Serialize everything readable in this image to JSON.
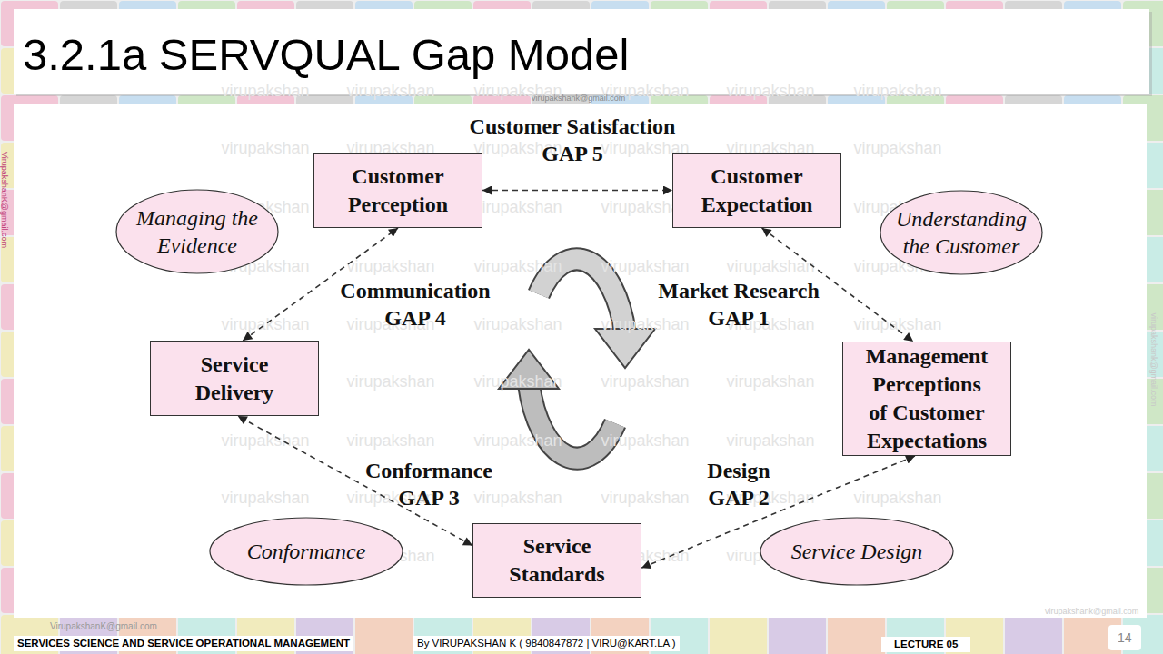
{
  "diagram": {
    "title": "3.2.1a SERVQUAL Gap Model",
    "nodes": [
      {
        "text": [
          "Customer Perception"
        ]
      },
      {
        "text": [
          "Customer Expectation"
        ]
      },
      {
        "text": [
          "Managing the Evidence"
        ]
      },
      {
        "text": [
          "Understanding the Customer"
        ]
      },
      {
        "text": [
          "Service Delivery"
        ]
      },
      {
        "text": [
          "Management Perceptions of Customer Expectations"
        ]
      },
      {
        "text": [
          "Conformance"
        ]
      },
      {
        "text": [
          "Service Standards"
        ]
      },
      {
        "text": [
          "Service Design"
        ]
      }
    ],
    "edges": [
      {
        "from": 0,
        "to": 1,
        "label": "Customer Satisfaction GAP 5",
        "arrow": "both"
      },
      {
        "from": 1,
        "to": 5,
        "label": "Market Research GAP 1",
        "arrow": "both"
      },
      {
        "from": 5,
        "to": 7,
        "label": "Design GAP 2",
        "arrow": "both"
      },
      {
        "from": 7,
        "to": 4,
        "label": "Conformance GAP 3",
        "arrow": "both"
      },
      {
        "from": 4,
        "to": 0,
        "label": "Communication GAP 4",
        "arrow": "both"
      }
    ],
    "labels": [
      "virupakshank@gmail.com",
      "VirupakshanK@gmail.com",
      "VirupakshanK@gmail.com",
      "SERVICES SCIENCE AND SERVICE OPERATIONAL MANAGEMENT",
      "By VIRUPAKSHAN K ( 9840847872 | VIRU@KART.LA )",
      "LECTURE 05",
      "14",
      "virupakshank@gmail.com",
      "virupakshank@gmail.com",
      "virupakshan",
      "virupakshan",
      "virupakshan",
      "virupakshan",
      "virupakshan",
      "virupakshan",
      "virupakshan",
      "virupakshan",
      "virupakshan",
      "virupakshan",
      "virupakshan",
      "virupakshan",
      "virupakshan",
      "virupakshan",
      "virupakshan",
      "virupakshan",
      "virupakshan",
      "virupakshan",
      "virupakshan",
      "virupakshan",
      "virupakshan",
      "virupakshan",
      "virupakshan",
      "virupakshan",
      "virupakshan",
      "virupakshan",
      "virupakshan",
      "virupakshan",
      "virupakshan",
      "virupakshan",
      "virupakshan",
      "virupakshan",
      "virupakshan",
      "virupakshan",
      "virupakshan",
      "virupakshan",
      "virupakshan",
      "virupakshan",
      "virupakshan",
      "virupakshan",
      "virupakshan",
      "virupakshan",
      "virupakshan",
      "virupakshan",
      "virupakshan",
      "virupakshan",
      "virupakshan",
      "virupakshan",
      "virupakshan",
      "virupakshan",
      "virupakshan",
      "virupakshan",
      "virupakshan",
      "virupakshan"
    ]
  }
}
